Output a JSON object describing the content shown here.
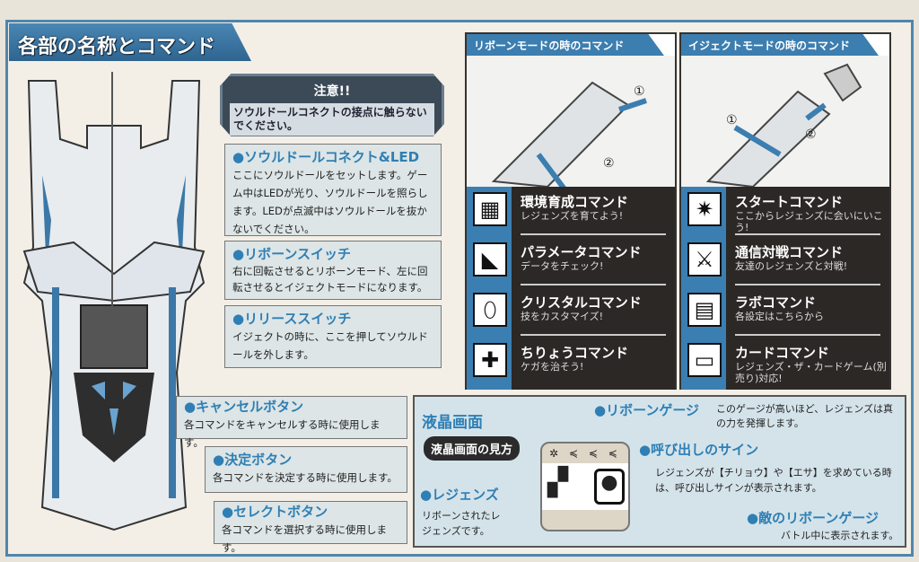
{
  "title": "各部の名称とコマンド",
  "caution": {
    "heading": "注意!!",
    "text": "ソウルドールコネクトの接点に触らないでください。"
  },
  "parts": [
    {
      "name": "●ソウルドールコネクト&LED",
      "desc": "ここにソウルドールをセットします。ゲーム中はLEDが光り、ソウルドールを照らします。LEDが点滅中はソウルドールを抜かないでください。"
    },
    {
      "name": "●リボーンスイッチ",
      "desc": "右に回転させるとリボーンモード、左に回転させるとイジェクトモードになります。"
    },
    {
      "name": "●リリーススイッチ",
      "desc": "イジェクトの時に、ここを押してソウルドールを外します。"
    },
    {
      "name": "●キャンセルボタン",
      "desc": "各コマンドをキャンセルする時に使用します。"
    },
    {
      "name": "●決定ボタン",
      "desc": "各コマンドを決定する時に使用します。"
    },
    {
      "name": "●セレクトボタン",
      "desc": "各コマンドを選択する時に使用します。"
    }
  ],
  "reborn_mode": {
    "header": "リボーンモードの時のコマンド",
    "steps": [
      "①",
      "②"
    ],
    "commands": [
      {
        "name": "環境育成コマンド",
        "desc": "レジェンズを育てよう!"
      },
      {
        "name": "パラメータコマンド",
        "desc": "データをチェック!"
      },
      {
        "name": "クリスタルコマンド",
        "desc": "技をカスタマイズ!"
      },
      {
        "name": "ちりょうコマンド",
        "desc": "ケガを治そう!"
      }
    ]
  },
  "eject_mode": {
    "header": "イジェクトモードの時のコマンド",
    "steps": [
      "①",
      "②"
    ],
    "commands": [
      {
        "name": "スタートコマンド",
        "desc": "ここからレジェンズに会いにいこう!"
      },
      {
        "name": "通信対戦コマンド",
        "desc": "友達のレジェンズと対戦!"
      },
      {
        "name": "ラボコマンド",
        "desc": "各設定はこちらから"
      },
      {
        "name": "カードコマンド",
        "desc": "レジェンズ・ザ・カードゲーム(別売り)対応!"
      }
    ]
  },
  "lcd": {
    "title": "液晶画面",
    "badge": "液晶画面の見方",
    "reborn_gauge": {
      "name": "●リボーンゲージ",
      "desc": "このゲージが高いほど、レジェンズは真の力を発揮します。"
    },
    "call_sign": {
      "name": "●呼び出しのサイン",
      "desc": "レジェンズが【チリョウ】や【エサ】を求めている時は、呼び出しサインが表示されます。"
    },
    "legends": {
      "name": "●レジェンズ",
      "desc": "リボーンされたレジェンズです。"
    },
    "enemy_gauge": {
      "name": "●敵のリボーンゲージ",
      "desc": "バトル中に表示されます。"
    }
  }
}
